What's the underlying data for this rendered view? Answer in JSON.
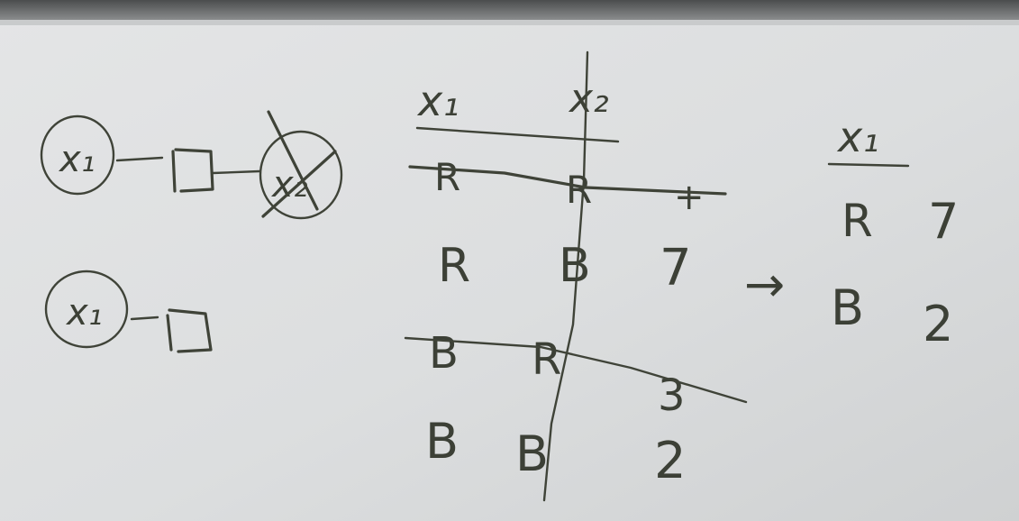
{
  "whiteboard": {
    "graph_top": {
      "node_left": "x₁",
      "node_right": "x₂",
      "node_right_crossed_out": true
    },
    "graph_bottom": {
      "node_left": "x₁"
    },
    "table_main": {
      "headers": [
        "x₁",
        "x₂"
      ],
      "rows": [
        {
          "cells": [
            "R",
            "R",
            "+"
          ],
          "crossed_out": true
        },
        {
          "cells": [
            "R",
            "B",
            "7"
          ],
          "crossed_out": false
        },
        {
          "cells": [
            "B",
            "R",
            "3"
          ],
          "crossed_out": true
        },
        {
          "cells": [
            "B",
            "B",
            "2"
          ],
          "crossed_out": false
        }
      ],
      "column_x2_crossed_out": true
    },
    "arrow": "→",
    "table_result": {
      "header": "x₁",
      "rows": [
        {
          "cells": [
            "R",
            "7"
          ]
        },
        {
          "cells": [
            "B",
            "2"
          ]
        }
      ]
    }
  }
}
